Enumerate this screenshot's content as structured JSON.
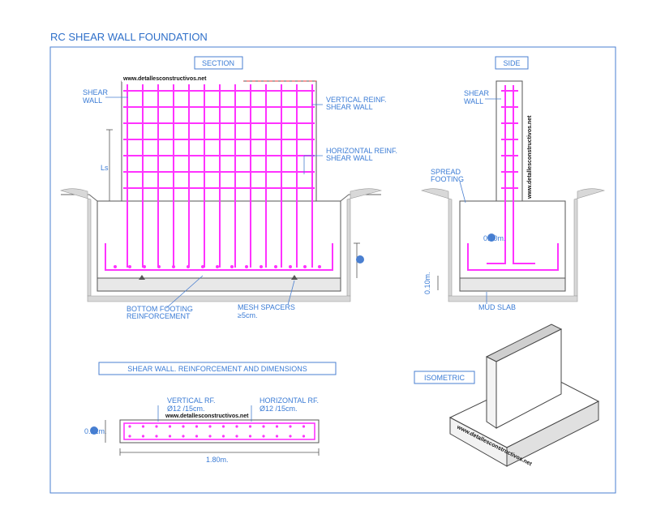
{
  "title": "RC SHEAR WALL FOUNDATION",
  "section": {
    "label": "SECTION",
    "watermark": "www.detallesconstructivos.net",
    "callouts": {
      "shear_wall": [
        "SHEAR",
        "WALL"
      ],
      "vertical": [
        "VERTICAL REINF.",
        "SHEAR WALL"
      ],
      "horizontal": [
        "HORIZONTAL REINF.",
        "SHEAR WALL"
      ],
      "ls": "Ls",
      "bottom": [
        "BOTTOM FOOTING",
        "REINFORCEMENT"
      ],
      "spacers": [
        "MESH SPACERS",
        "≥5cm."
      ]
    }
  },
  "side": {
    "label": "SIDE",
    "callouts": {
      "shear_wall": [
        "SHEAR",
        "WALL"
      ],
      "spread": [
        "SPREAD",
        "FOOTING"
      ],
      "cover": "0.10m.",
      "slab_thk": "0.10m.",
      "mud": "MUD SLAB"
    }
  },
  "plan": {
    "label": "SHEAR WALL. REINFORCEMENT AND DIMENSIONS",
    "vertical": [
      "VERTICAL RF.",
      "Ø12 /15cm."
    ],
    "horizontal": [
      "HORIZONTAL RF.",
      "Ø12 /15cm."
    ],
    "thickness": "0.12m.",
    "length": "1.80m.",
    "watermark": "www.detallesconstructivos.net"
  },
  "isometric": {
    "label": "ISOMETRIC",
    "watermark": "www.detallesconstructivos.net"
  },
  "colors": {
    "background": "#ffffff",
    "frame": "#4a7fd0",
    "text": "#3a7bd5",
    "rebar": "#ff33ff",
    "hatch": "#b0b0b0",
    "concrete_fill": "#ffffff"
  }
}
